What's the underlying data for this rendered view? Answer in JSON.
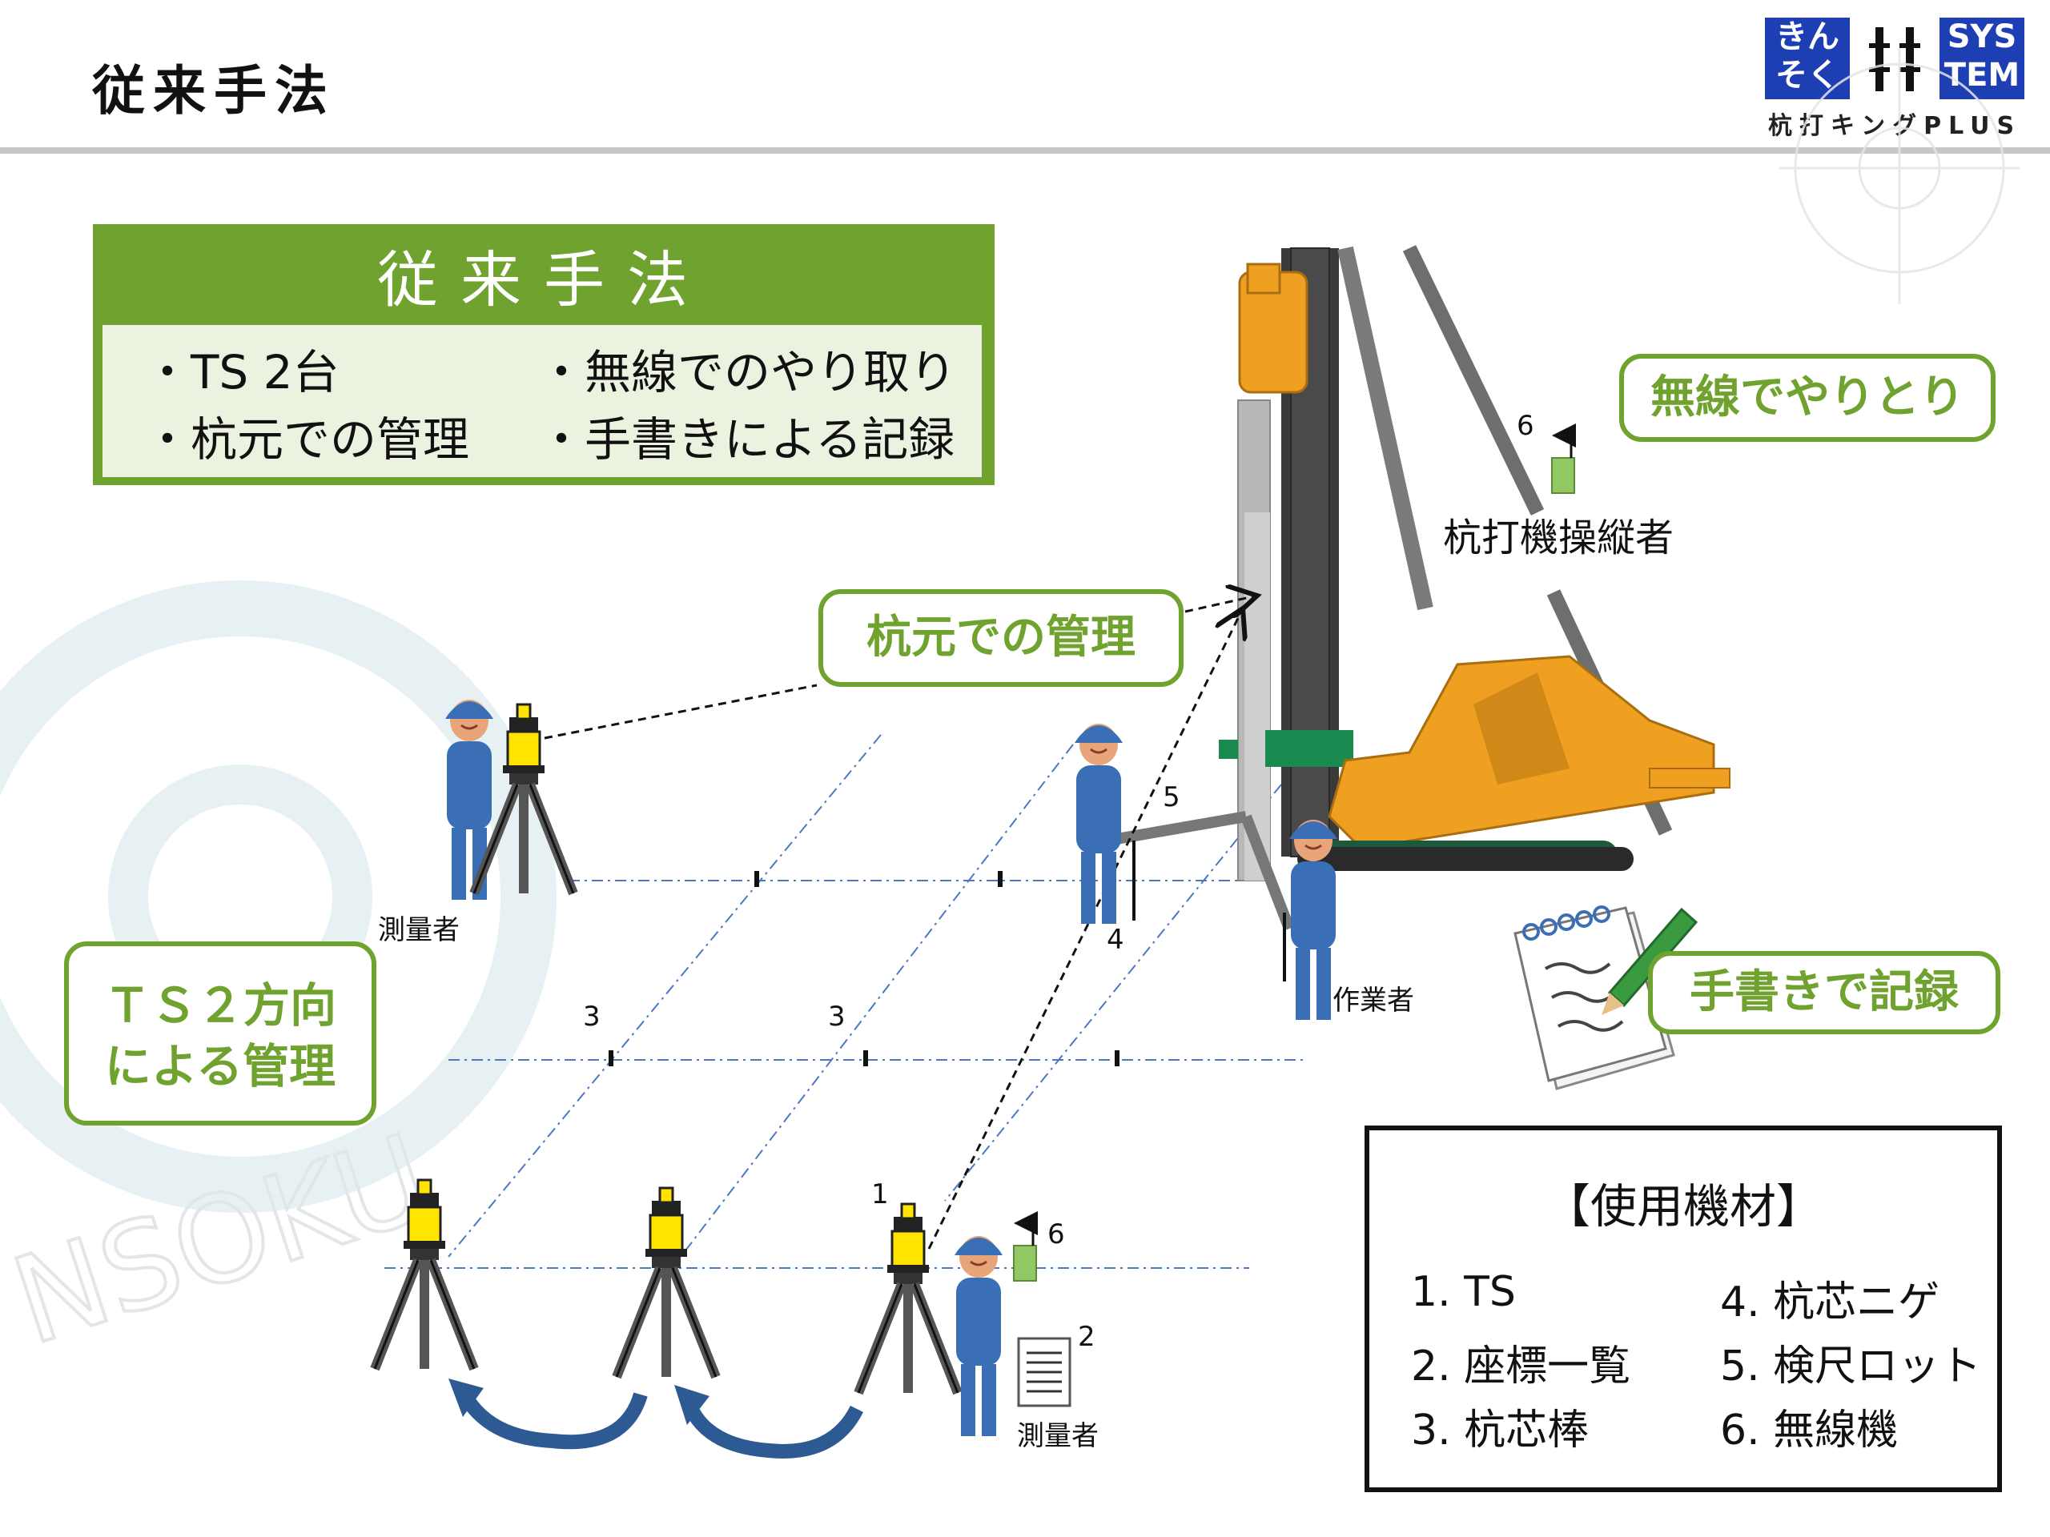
{
  "header": {
    "title": "従来手法",
    "logo": {
      "box_left_text": "きん そく",
      "box_right_text": "SYS TEM",
      "subtitle": "杭打キングPLUS",
      "brand_color": "#1e3eb4"
    }
  },
  "summary": {
    "title": "従来手法",
    "items": [
      "・TS 2台",
      "・無線でのやり取り",
      "・杭元での管理",
      "・手書きによる記録"
    ],
    "color": "#6fa22e"
  },
  "callouts": {
    "wireless": "無線でやりとり",
    "pile_head": "杭元での管理",
    "ts2_line1": "ＴＳ２方向",
    "ts2_line2": "による管理",
    "handwritten": "手書きで記録"
  },
  "labels": {
    "surveyor_top": "測量者",
    "surveyor_bottom": "測量者",
    "worker": "作業者",
    "operator": "杭打機操縦者"
  },
  "numbers": {
    "n1": "1",
    "n2": "2",
    "n3a": "3",
    "n3b": "3",
    "n4": "4",
    "n5": "5",
    "n6a": "6",
    "n6b": "6"
  },
  "equipment": {
    "title": "【使用機材】",
    "items": [
      "1. TS",
      "2. 座標一覧",
      "3. 杭芯棒",
      "4. 杭芯ニゲ",
      "5. 検尺ロット",
      "6. 無線機"
    ]
  },
  "watermark": {
    "text": "NSOKU"
  },
  "icons": {
    "surveyor": "surveyor-person-icon",
    "total_station": "total-station-tripod-icon",
    "pile_driver": "pile-driver-machine-icon",
    "radio": "radio-icon",
    "notepad": "notepad-pencil-icon",
    "document": "coordinate-list-document-icon",
    "move_arrow": "curved-move-arrow-icon"
  }
}
